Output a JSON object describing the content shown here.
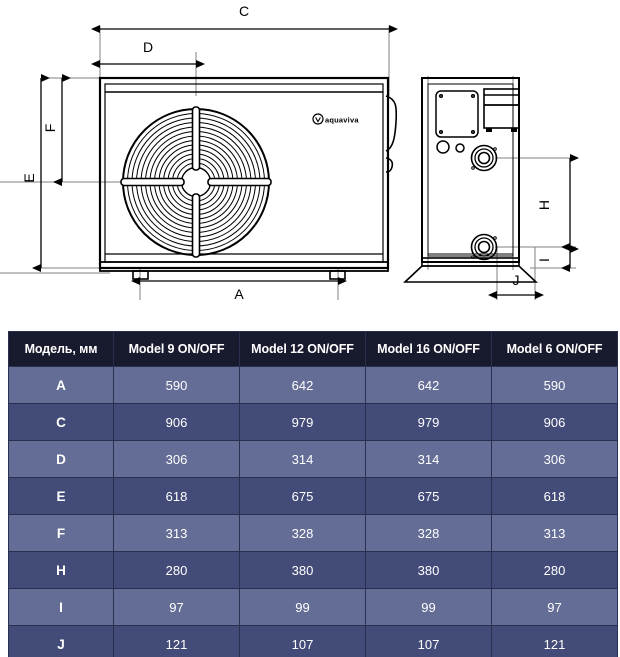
{
  "drawing": {
    "brand_logo_text": "aquaviva",
    "views": {
      "front_view_name": "front-view",
      "side_view_name": "side-view"
    },
    "dimension_labels": {
      "A": "A",
      "C": "C",
      "D": "D",
      "E": "E",
      "F": "F",
      "H": "H",
      "I": "I",
      "J": "J"
    }
  },
  "table": {
    "headers": [
      "Модель, мм",
      "Model 9 ON/OFF",
      "Model 12 ON/OFF",
      "Model 16 ON/OFF",
      "Model 6 ON/OFF"
    ],
    "rows": [
      {
        "label": "A",
        "values": [
          "590",
          "642",
          "642",
          "590"
        ]
      },
      {
        "label": "C",
        "values": [
          "906",
          "979",
          "979",
          "906"
        ]
      },
      {
        "label": "D",
        "values": [
          "306",
          "314",
          "314",
          "306"
        ]
      },
      {
        "label": "E",
        "values": [
          "618",
          "675",
          "675",
          "618"
        ]
      },
      {
        "label": "F",
        "values": [
          "313",
          "328",
          "328",
          "313"
        ]
      },
      {
        "label": "H",
        "values": [
          "280",
          "380",
          "380",
          "280"
        ]
      },
      {
        "label": "I",
        "values": [
          "97",
          "99",
          "99",
          "97"
        ]
      },
      {
        "label": "J",
        "values": [
          "121",
          "107",
          "107",
          "121"
        ]
      }
    ]
  },
  "colors": {
    "header_bg": "#181a2e",
    "row_light": "#646d96",
    "row_dark": "#434c78",
    "grid_line": "#2b3050",
    "text": "#ffffff",
    "drawing_stroke": "#000000",
    "dimension_line": "#808080"
  }
}
